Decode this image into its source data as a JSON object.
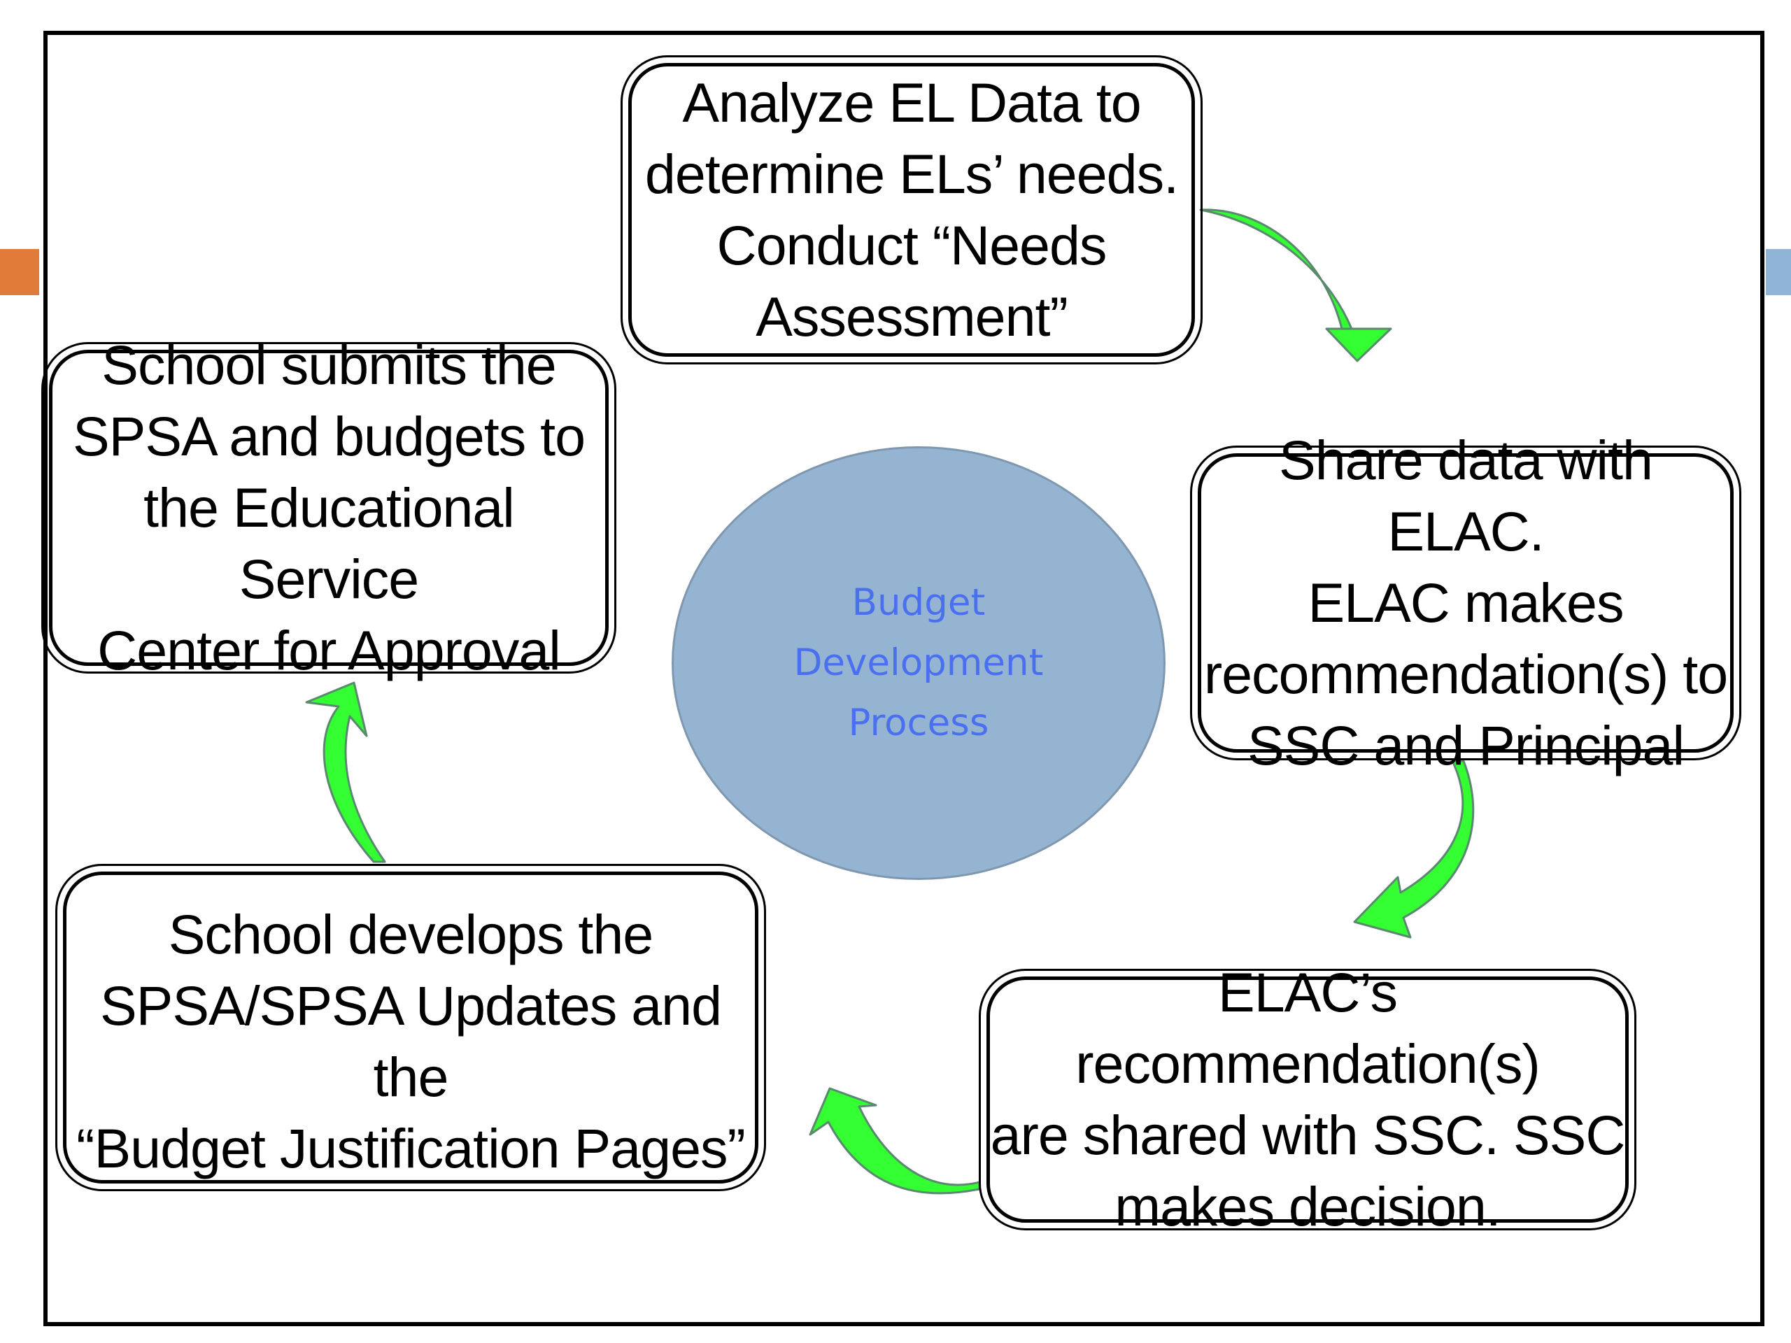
{
  "diagram": {
    "center_label": "Budget\nDevelopment\nProcess",
    "steps": [
      {
        "text": "Analyze EL Data to\ndetermine ELs’ needs.\nConduct “Needs\nAssessment”"
      },
      {
        "text": "Share data with ELAC.\nELAC makes\nrecommendation(s) to\nSSC and Principal"
      },
      {
        "text": "ELAC’s recommendation(s)\nare shared with SSC. SSC\nmakes decision."
      },
      {
        "text": "School develops the\nSPSA/SPSA Updates and the\n“Budget Justification Pages”"
      },
      {
        "text": "School submits the\nSPSA and budgets to\nthe Educational Service\nCenter for Approval"
      }
    ]
  },
  "colors": {
    "arrow_fill": "#33ff33",
    "arrow_stroke": "#5a8a6e",
    "circle_fill": "#95b4d1",
    "circle_text": "#4a70f0",
    "accent_left": "#e07b39",
    "accent_right": "#8fb4d8"
  }
}
